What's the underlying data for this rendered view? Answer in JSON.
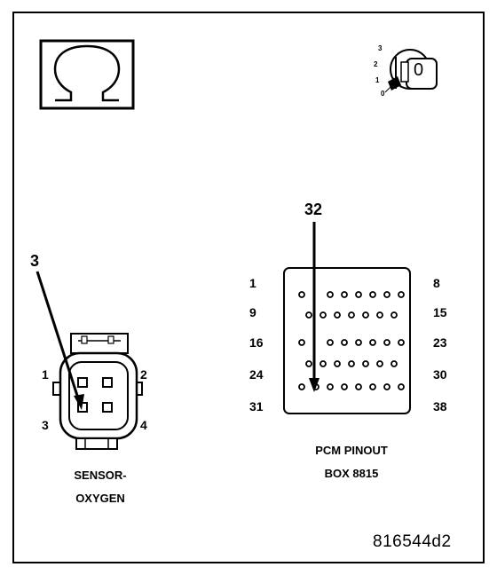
{
  "diagram": {
    "ohm_symbol_label": "Ω",
    "ignition_key": {
      "positions": [
        "3",
        "2",
        "1",
        "0"
      ],
      "key_label": "0"
    },
    "oxygen_sensor": {
      "pointer_label": "3",
      "pin_labels": {
        "p1": "1",
        "p2": "2",
        "p3": "3",
        "p4": "4"
      },
      "caption_line1": "SENSOR-",
      "caption_line2": "OXYGEN"
    },
    "pcm_connector": {
      "pointer_label": "32",
      "left_labels": [
        "1",
        "9",
        "16",
        "24",
        "31"
      ],
      "right_labels": [
        "8",
        "15",
        "23",
        "30",
        "38"
      ],
      "caption_line1": "PCM PINOUT",
      "caption_line2": "BOX 8815"
    },
    "document_id": "816544d2"
  }
}
